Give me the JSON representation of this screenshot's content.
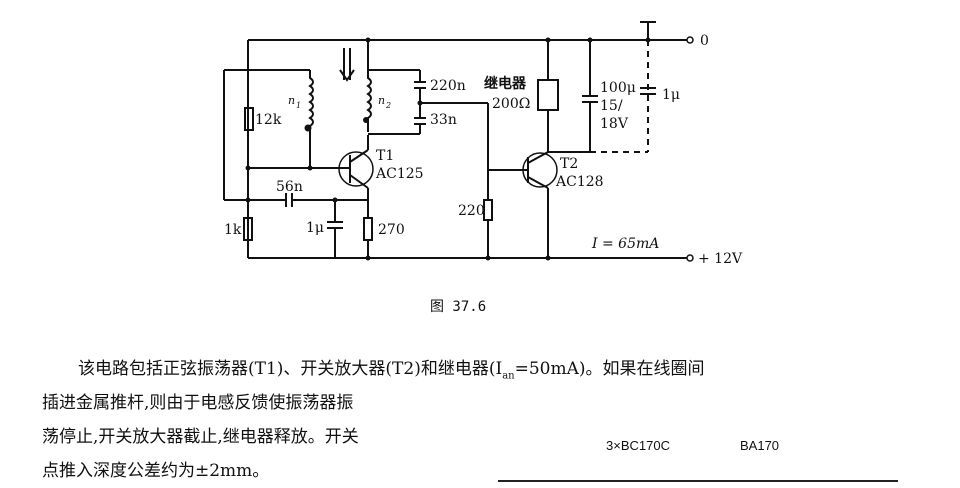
{
  "circuit": {
    "labels": {
      "node_0": "0",
      "node_12v": "+ 12V",
      "r_12k": "12k",
      "coil_n1": "n",
      "coil_n1_sub": "1",
      "coil_n2": "n",
      "coil_n2_sub": "2",
      "c_220n": "220n",
      "c_33n": "33n",
      "relay_name": "继电器",
      "relay_value": "200Ω",
      "c_100u_1": "100μ",
      "c_100u_2": "15/",
      "c_100u_3": "18V",
      "c_1u_right": "1μ",
      "t1_name": "T1",
      "t1_type": "AC125",
      "t2_name": "T2",
      "t2_type": "AC128",
      "c_56n": "56n",
      "r_1k": "1k",
      "c_1u_left": "1μ",
      "r_270": "270",
      "r_220": "220",
      "current": "I = 65mA"
    }
  },
  "figure_caption": "图 37.6",
  "paragraph": {
    "line1": "该电路包括正弦振荡器(T1)、开关放大器(T2)和继电器(I",
    "line1_sub": "an",
    "line1_end": "=50mA)。如果在线圈间",
    "line2": "插进金属推杆,则由于电感反馈使振荡器振",
    "line3": "荡停止,开关放大器截止,继电器释放。开关",
    "line4": "点推入深度公差约为±2mm。"
  },
  "next_figure": {
    "label_left": "3×BC170C",
    "label_right": "BA170"
  }
}
